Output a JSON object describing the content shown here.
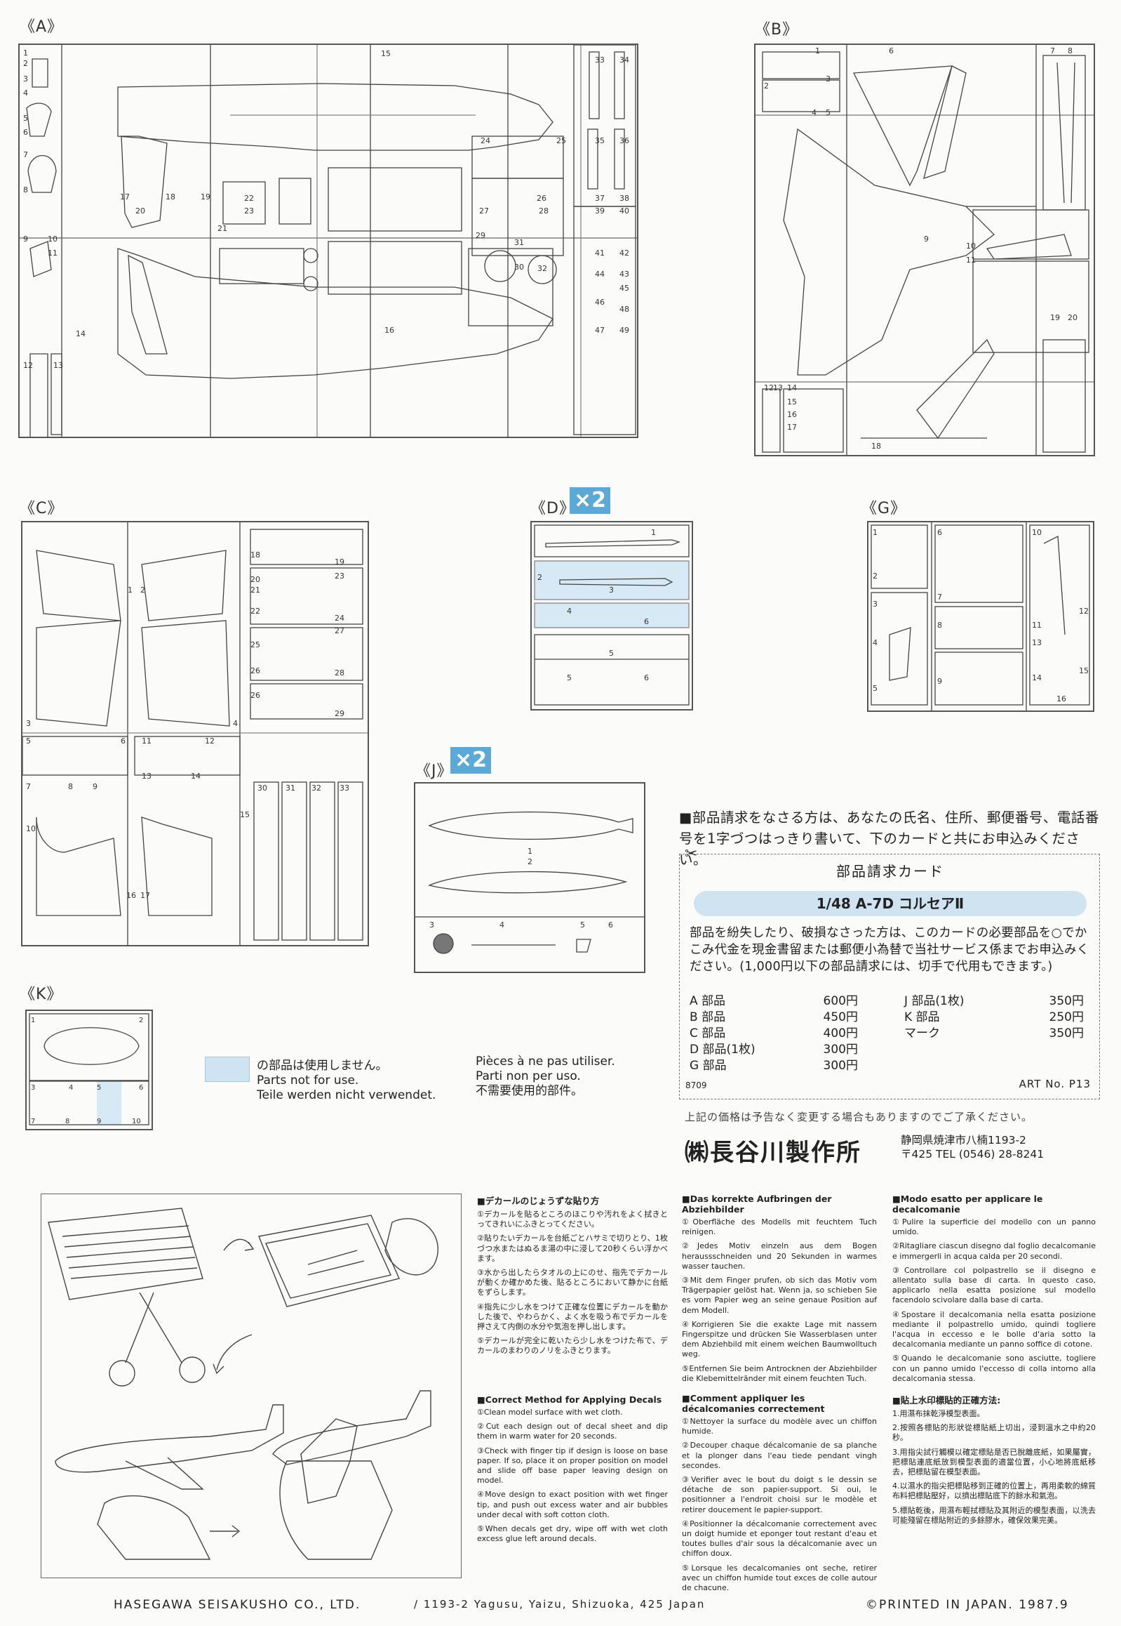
{
  "sprues": {
    "A": {
      "label": "《A》"
    },
    "B": {
      "label": "《B》"
    },
    "C": {
      "label": "《C》"
    },
    "D": {
      "label": "《D》",
      "mult": "×2"
    },
    "G": {
      "label": "《G》"
    },
    "J": {
      "label": "《J》",
      "mult": "×2"
    },
    "K": {
      "label": "《K》"
    }
  },
  "not_used": {
    "jp": "の部品は使用しません。",
    "en": "Parts not for use.",
    "de": "Teile werden nicht verwendet.",
    "fr": "Pièces à ne pas utiliser.",
    "it": "Parti non per uso.",
    "zh": "不需要使用的部件。"
  },
  "order": {
    "intro": "■部品請求をなさる方は、あなたの氏名、住所、郵便番号、電話番号を1字づつはっきり書いて、下のカードと共にお申込みください。",
    "card_title": "部品請求カード",
    "model": "1/48  A-7D コルセアⅡ",
    "body": "部品を紛失したり、破損なさった方は、このカードの必要部品を○でかこみ代金を現金書留または郵便小為替で当社サービス係までお申込みください。(1,000円以下の部品請求には、切手で代用もできます。)",
    "prices_left": [
      {
        "part": "A 部品",
        "price": "600円"
      },
      {
        "part": "B 部品",
        "price": "450円"
      },
      {
        "part": "C 部品",
        "price": "400円"
      },
      {
        "part": "D 部品(1枚)",
        "price": "300円"
      },
      {
        "part": "G 部品",
        "price": "300円"
      }
    ],
    "prices_right": [
      {
        "part": "J 部品(1枚)",
        "price": "350円"
      },
      {
        "part": "K 部品",
        "price": "250円"
      },
      {
        "part": "マーク",
        "price": "350円"
      }
    ],
    "code": "8709",
    "art_no": "ART No. P13",
    "notice": "上記の価格は予告なく変更する場合もありますのでご了承ください。",
    "company": "㈱長谷川製作所",
    "address": "静岡県焼津市八楠1193-2",
    "tel": "〒425 TEL (0546) 28-8241"
  },
  "instructions": {
    "jp": {
      "title": "■デカールのじょうずな貼り方",
      "steps": [
        "①デカールを貼るところのほこりや汚れをよく拭きとってきれいにふきとってください。",
        "②貼りたいデカールを台紙ごとハサミで切りとり、1枚づつ水またはぬるま湯の中に浸して20秒くらい浮かべます。",
        "③水から出したらタオルの上にのせ、指先でデカールが動くか確かめた後、貼るところにおいて静かに台紙をずらします。",
        "④指先に少し水をつけて正確な位置にデカールを動かした後で、やわらかく、よく水を吸う布でデカールを押さえて内側の水分や気泡を押し出します。",
        "⑤デカールが完全に乾いたら少し水をつけた布で、デカールのまわりのノリをふきとります。"
      ]
    },
    "en": {
      "title": "■Correct Method for Applying Decals",
      "steps": [
        "①Clean model surface with wet cloth.",
        "②Cut each design out of decal sheet and dip them in warm water for 20 seconds.",
        "③Check with finger tip if design is loose on base paper. If so, place it on proper position on model and slide off base paper leaving design on model.",
        "④Move design to exact position with wet finger tip, and push out excess water and air bubbles under decal with soft cotton cloth.",
        "⑤When decals get dry, wipe off with wet cloth excess glue left around decals."
      ]
    },
    "de": {
      "title": "■Das korrekte Aufbringen der Abziehbilder",
      "steps": [
        "①Oberfläche des Modells mit feuchtem Tuch reinigen.",
        "②Jedes Motiv einzeln aus dem Bogen heraussschneiden und 20 Sekunden in warmes wasser tauchen.",
        "③Mit dem Finger prufen, ob sich das Motiv vom Trägerpapier gelöst hat. Wenn ja, so schieben Sie es vom Papier weg an seine genaue Position auf dem Modell.",
        "④Korrigieren Sie die exakte Lage mit nassem Fingerspitze und drücken Sie Wasserblasen unter dem Abziehbild mit einem weichen Baumwolltuch weg.",
        "⑤Entfernen Sie beim Antrocknen der Abziehbilder die Klebemittelränder mit einem feuchten Tuch."
      ]
    },
    "fr": {
      "title": "■Comment appliquer les décalcomanies correctement",
      "steps": [
        "①Nettoyer la surface du modèle avec un chiffon humide.",
        "②Decouper chaque décalcomanie de sa planche et la plonger dans l'eau tiede pendant vingh secondes.",
        "③Verifier avec le bout du doigt s le dessin se détache de son papier-support. Si oui, le positionner a l'endroit choisi sur le modèle et retirer doucement le papier-support.",
        "④Positionner la décalcomanie correctement avec un doigt humide et eponger tout restant d'eau et toutes bulles d'air sous la décalcomanie avec un chiffon doux.",
        "⑤Lorsque les decalcomanies ont seche, retirer avec un chiffon humide tout exces de colle autour de chacune."
      ]
    },
    "it": {
      "title": "■Modo esatto per applicare le decalcomanie",
      "steps": [
        "①Pulire la superficie del modello con un panno umido.",
        "②Ritagliare ciascun disegno dal foglio decalcomanie e immergerli in acqua calda per 20 secondi.",
        "③Controllare col polpastrello se il disegno e allentato sulla base di carta. In questo caso, applicarlo nella esatta posizione sul modello facendolo scivolare dalla base di carta.",
        "④Spostare il decalcomania nella esatta posizione mediante il polpastrello umido, quindi togliere l'acqua in eccesso e le bolle d'aria sotto la decalcomania mediante un panno soffice di cotone.",
        "⑤Quando le decalcomanie sono asciutte, togliere con un panno umido l'eccesso di colla intorno alla decalcomania stessa."
      ]
    },
    "zh": {
      "title": "■貼上水印標貼的正確方法:",
      "steps": [
        "1.用濕布抹乾淨模型表面。",
        "2.按照各標貼的形狀從標貼紙上切出，浸到溫水之中約20秒。",
        "3.用指尖試行觸模以確定標貼是否已脫離底紙，如果屬實，把標貼連底紙放到模型表面的適當位置，小心地將底紙移去，把標貼留在模型表面。",
        "4.以濕水的指尖把標貼移到正確的位置上，再用柔軟的綿質布料把標貼壓好，以擠出標貼底下的餘水和氣泡。",
        "5.標貼乾後，用濕布輕拭標貼及其附近的模型表面，以洗去可能殘留在標貼附近的多餘膠水，確保效果完美。"
      ]
    }
  },
  "footer": {
    "company": "HASEGAWA SEISAKUSHO CO., LTD.",
    "address": "/  1193-2 Yagusu, Yaizu, Shizuoka, 425 Japan",
    "printed": "©PRINTED IN JAPAN. 1987.9"
  }
}
